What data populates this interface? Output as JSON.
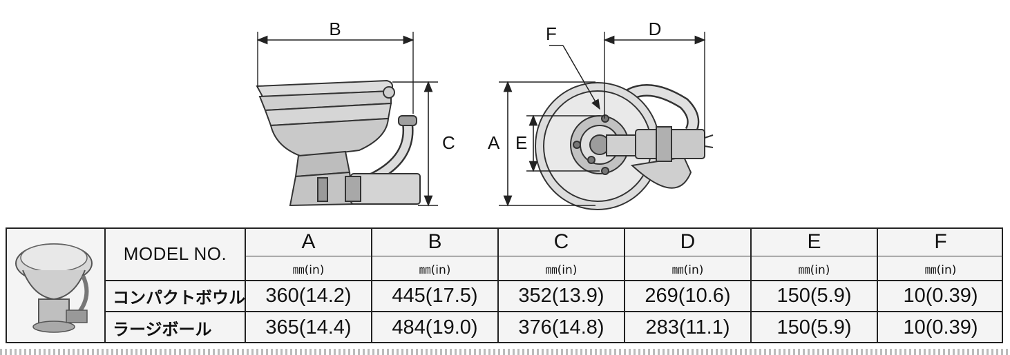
{
  "diagram": {
    "labels": {
      "b": "B",
      "c": "C",
      "a": "A",
      "e": "E",
      "d": "D",
      "f": "F"
    }
  },
  "table": {
    "model_header": "MODEL NO.",
    "columns": [
      {
        "letter": "A",
        "unit": "㎜(in)"
      },
      {
        "letter": "B",
        "unit": "㎜(in)"
      },
      {
        "letter": "C",
        "unit": "㎜(in)"
      },
      {
        "letter": "D",
        "unit": "㎜(in)"
      },
      {
        "letter": "E",
        "unit": "㎜(in)"
      },
      {
        "letter": "F",
        "unit": "㎜(in)"
      }
    ],
    "rows": [
      {
        "name": "コンパクトボウル",
        "values": [
          "360(14.2)",
          "445(17.5)",
          "352(13.9)",
          "269(10.6)",
          "150(5.9)",
          "10(0.39)"
        ]
      },
      {
        "name": "ラージボール",
        "values": [
          "365(14.4)",
          "484(19.0)",
          "376(14.8)",
          "283(11.1)",
          "150(5.9)",
          "10(0.39)"
        ]
      }
    ]
  }
}
